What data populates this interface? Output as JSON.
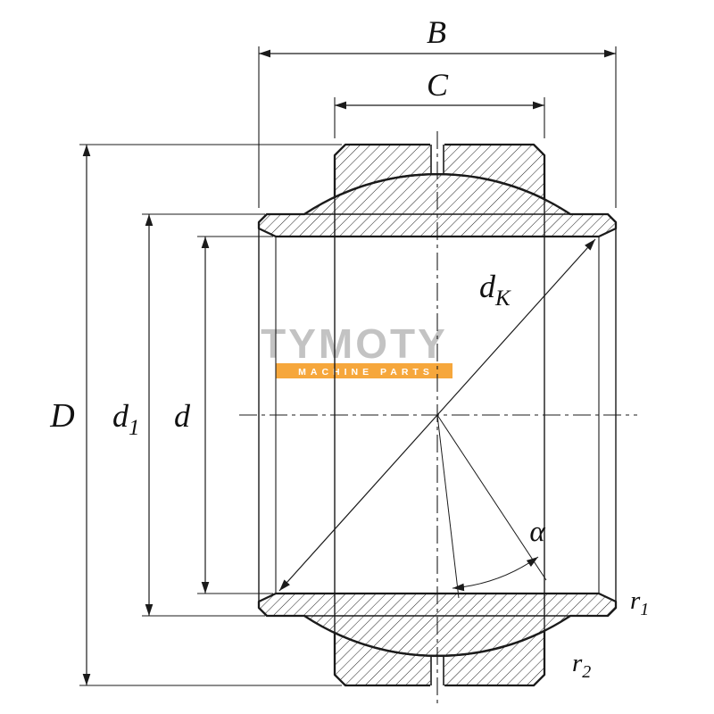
{
  "labels": {
    "B": "B",
    "C": "C",
    "D": "D",
    "d": "d",
    "d1": {
      "base": "d",
      "sub": "1"
    },
    "dK": {
      "base": "d",
      "sub": "K"
    },
    "alpha": "α",
    "r1": {
      "base": "r",
      "sub": "1"
    },
    "r2": {
      "base": "r",
      "sub": "2"
    }
  },
  "watermark": {
    "brand": "TYMOTY",
    "tagline": "MACHINE PARTS"
  },
  "colors": {
    "line": "#1b1b1b",
    "watermark_text": "#bdbdbd",
    "watermark_bar": "#f5a02b",
    "tagline_text": "#ffffff",
    "background": "#ffffff"
  }
}
